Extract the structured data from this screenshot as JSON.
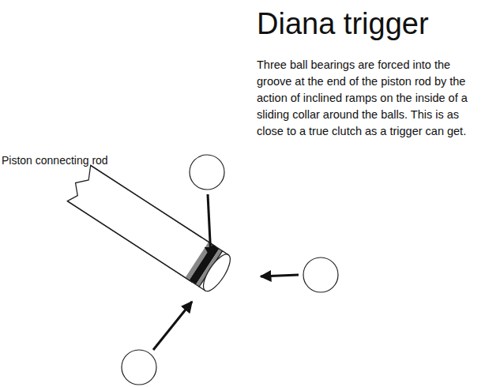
{
  "diagram": {
    "title": "Diana trigger",
    "labels": [
      "Three ball bearings are forced into the groove at the end of the piston rod by the action of inclined ramps on the inside of a sliding collar around the balls. This is as close to a true clutch as a trigger can get.",
      "Piston connecting rod"
    ]
  }
}
